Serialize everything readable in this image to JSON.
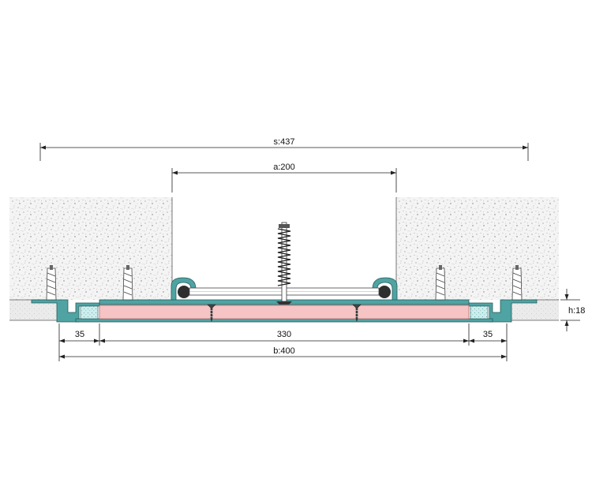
{
  "dimensions": {
    "s": "s:437",
    "a": "a:200",
    "left_flange": "35",
    "center": "330",
    "right_flange": "35",
    "b": "b:400",
    "h": "h:18"
  },
  "colors": {
    "concrete": "#f4f4f4",
    "concrete_dots": "#9a9a9a",
    "profile": "#4fa3a3",
    "profile_dark": "#2a5c5c",
    "pad": "#f6c4c4",
    "pad_edge": "#b86a6a",
    "screed": "#e8e8e8",
    "gland": "#2e2e2e",
    "mortar": "#bfe6e6"
  }
}
